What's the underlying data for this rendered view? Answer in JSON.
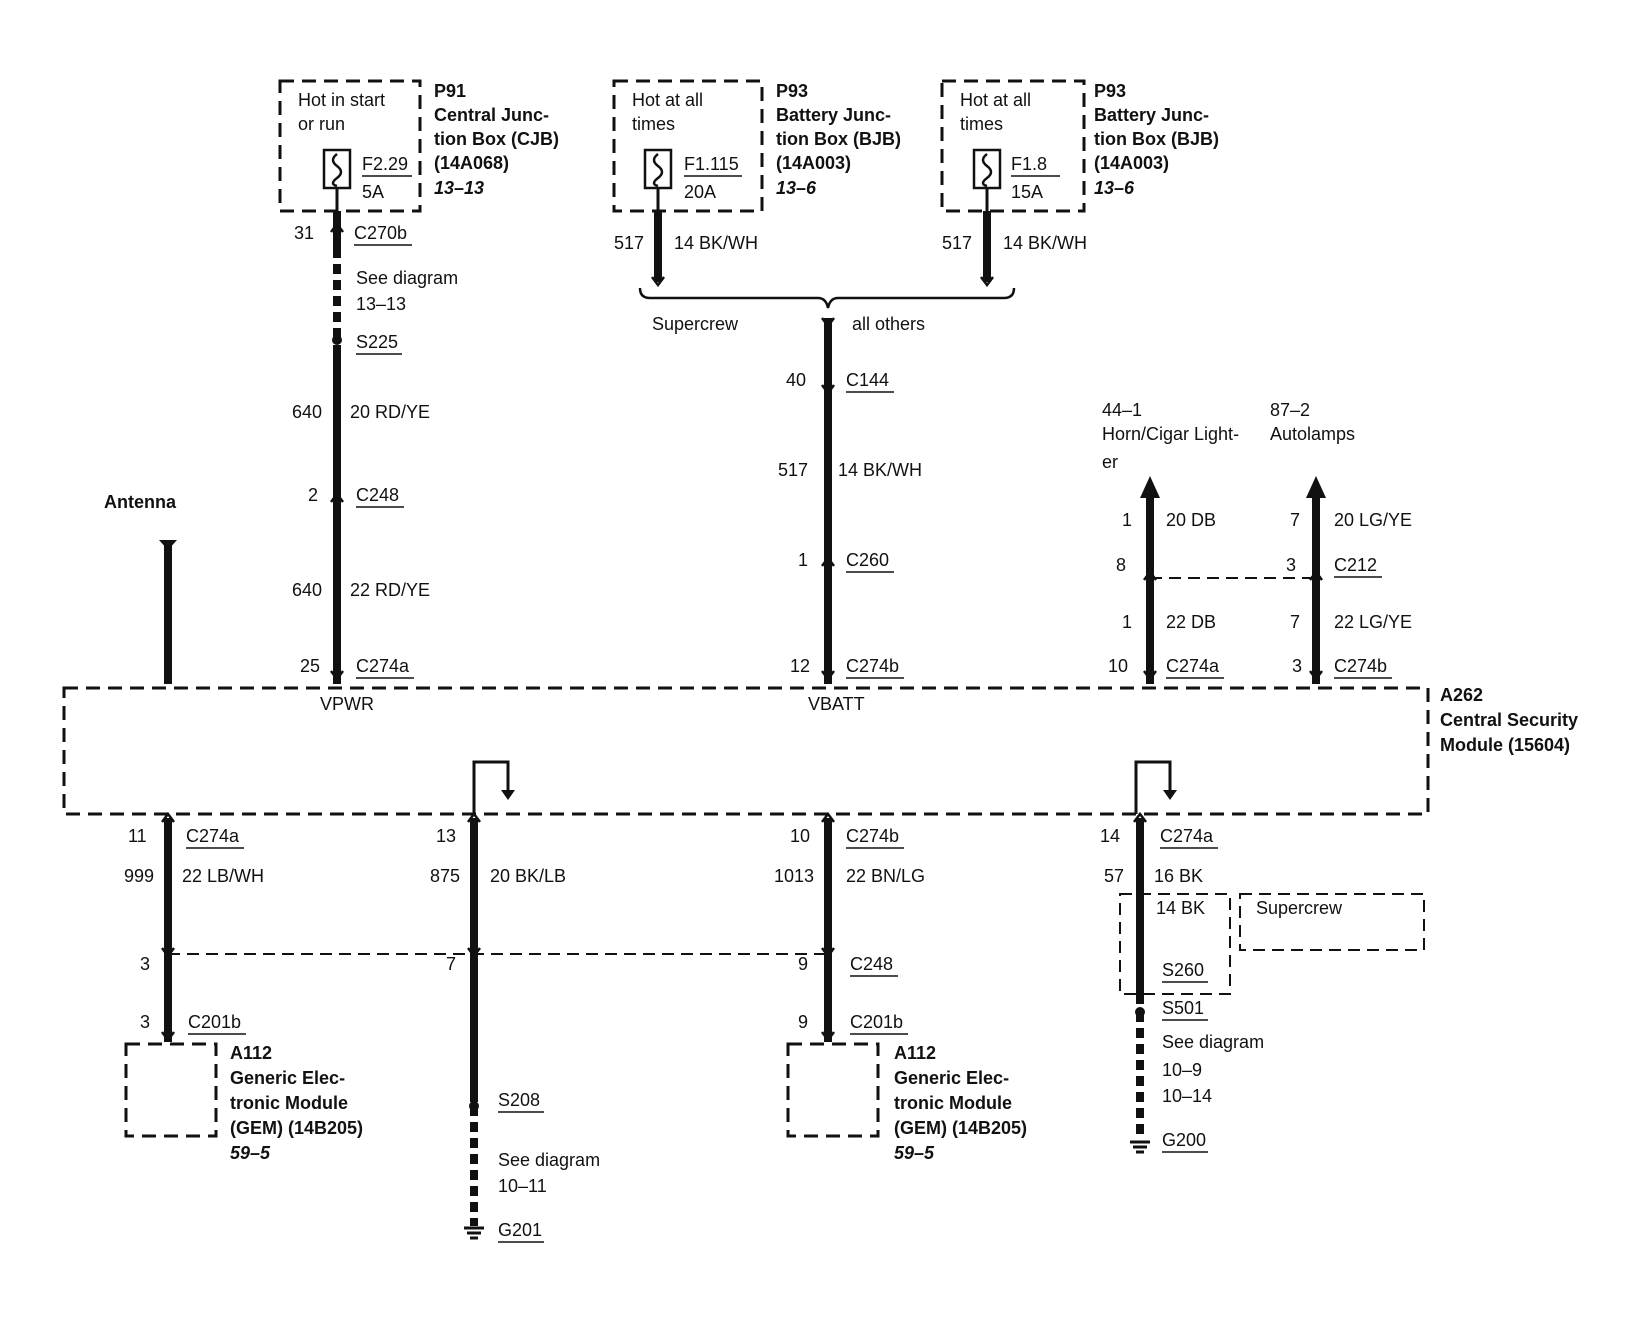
{
  "diagram": {
    "fuses": [
      {
        "status": "Hot in start",
        "status2": "or run",
        "fuse": "F2.29",
        "amps": "5A",
        "ref": "P91",
        "box1": "Central Junc-",
        "box2": "tion Box (CJB)",
        "box3": "(14A068)",
        "page": "13–13"
      },
      {
        "status": "Hot at all",
        "status2": "times",
        "fuse": "F1.115",
        "amps": "20A",
        "ref": "P93",
        "box1": "Battery Junc-",
        "box2": "tion Box (BJB)",
        "box3": "(14A003)",
        "page": "13–6"
      },
      {
        "status": "Hot at all",
        "status2": "times",
        "fuse": "F1.8",
        "amps": "15A",
        "ref": "P93",
        "box1": "Battery Junc-",
        "box2": "tion Box (BJB)",
        "box3": "(14A003)",
        "page": "13–6"
      }
    ],
    "vpwr": {
      "pin_c270b": "31",
      "conn_c270b": "C270b",
      "see": "See diagram",
      "see_ref": "13–13",
      "splice": "S225",
      "circuit_a": "640",
      "wire_a": "20 RD/YE",
      "pin_c248": "2",
      "conn_c248": "C248",
      "circuit_b": "640",
      "wire_b": "22 RD/YE",
      "pin_c274a": "25",
      "conn_c274a": "C274a",
      "label": "VPWR"
    },
    "vbatt": {
      "circuit_1": "517",
      "wire_1": "14 BK/WH",
      "circuit_2": "517",
      "wire_2": "14 BK/WH",
      "variant_left": "Supercrew",
      "variant_right": "all others",
      "pin_c144": "40",
      "conn_c144": "C144",
      "circuit_3": "517",
      "wire_3": "14 BK/WH",
      "pin_c260": "1",
      "conn_c260": "C260",
      "pin_c274b": "12",
      "conn_c274b": "C274b",
      "label": "VBATT"
    },
    "antenna": "Antenna",
    "horn": {
      "ref": "44–1",
      "name1": "Horn/Cigar Light-",
      "name2": "er",
      "pin_top": "1",
      "wire_top": "20 DB",
      "pin_c212": "8",
      "pin_mid": "1",
      "wire_mid": "22 DB",
      "pin_bottom": "10",
      "conn_bottom": "C274a"
    },
    "autolamps": {
      "ref": "87–2",
      "name": "Autolamps",
      "pin_top": "7",
      "wire_top": "20 LG/YE",
      "pin_c212": "3",
      "conn_c212": "C212",
      "pin_mid": "7",
      "wire_mid": "22 LG/YE",
      "pin_bottom": "3",
      "conn_bottom": "C274b"
    },
    "module": {
      "ref": "A262",
      "name1": "Central Security",
      "name2": "Module (15604)"
    },
    "b1": {
      "pin_top": "11",
      "conn_top": "C274a",
      "circuit": "999",
      "wire": "22 LB/WH",
      "pin_mid": "3",
      "pin_bottom": "3",
      "conn_bottom": "C201b",
      "gem_ref": "A112",
      "gem1": "Generic Elec-",
      "gem2": "tronic Module",
      "gem3": "(GEM) (14B205)",
      "gem_page": "59–5"
    },
    "b2": {
      "pin_top": "13",
      "circuit": "875",
      "wire": "20 BK/LB",
      "pin_mid": "7",
      "splice": "S208",
      "see": "See diagram",
      "see_ref": "10–11",
      "ground": "G201"
    },
    "b3": {
      "pin_top": "10",
      "conn_top": "C274b",
      "circuit": "1013",
      "wire": "22 BN/LG",
      "pin_mid": "9",
      "conn_mid": "C248",
      "pin_bottom": "9",
      "conn_bottom": "C201b",
      "gem_ref": "A112",
      "gem1": "Generic Elec-",
      "gem2": "tronic Module",
      "gem3": "(GEM) (14B205)",
      "gem_page": "59–5"
    },
    "b4": {
      "pin_top": "14",
      "conn_top": "C274a",
      "circuit": "57",
      "wire": "16 BK",
      "wire_inner": "14 BK",
      "variant": "Supercrew",
      "splice_inner": "S260",
      "splice": "S501",
      "see": "See diagram",
      "see_ref1": "10–9",
      "see_ref2": "10–14",
      "ground": "G200"
    }
  }
}
